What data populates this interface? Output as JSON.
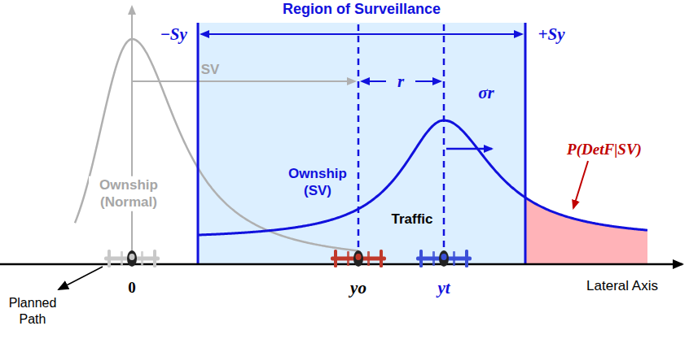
{
  "diagram": {
    "nodes": [
      {
        "text": [
          "Region of Surveillance"
        ]
      }
    ],
    "labels": [
      "−Sy",
      "+Sy",
      "SV",
      "r",
      "σr",
      "Ownship (SV)",
      "Ownship (Normal)",
      "Traffic",
      "P(DetF|SV)",
      "0",
      "yo",
      "yt",
      "Lateral Axis",
      "Planned Path"
    ]
  }
}
